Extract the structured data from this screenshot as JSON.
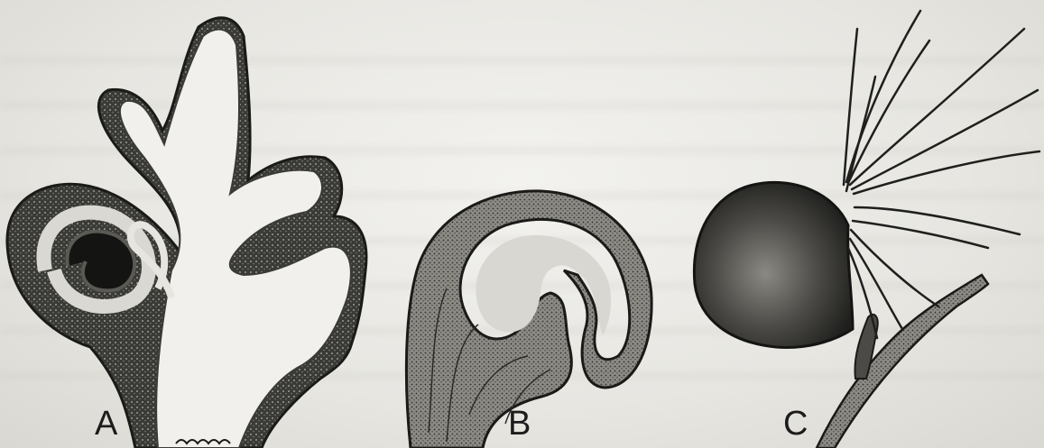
{
  "figure": {
    "panels": [
      {
        "id": "a",
        "label": "A"
      },
      {
        "id": "b",
        "label": "B"
      },
      {
        "id": "c",
        "label": "C"
      }
    ]
  }
}
